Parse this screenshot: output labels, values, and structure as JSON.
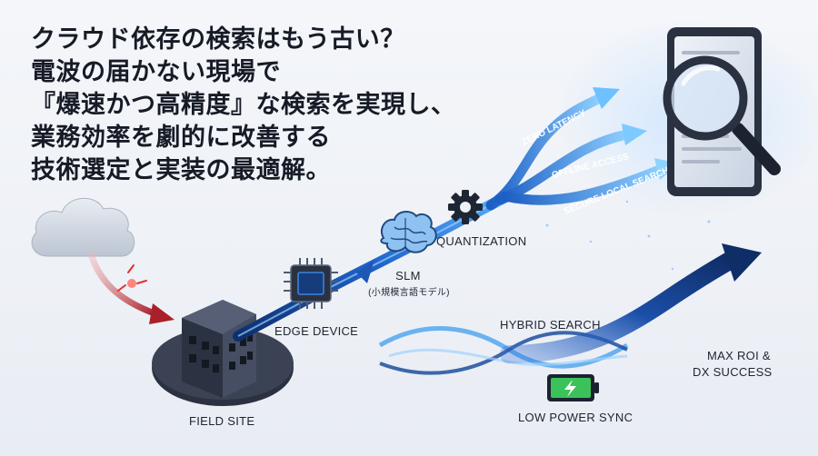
{
  "headline": {
    "lines": [
      "クラウド依存の検索はもう古い？",
      "電波の届かない現場で",
      "『爆速かつ高精度』な検索を実現し、",
      "業務効率を劇的に改善する",
      "技術選定と実装の最適解。"
    ]
  },
  "nodes": {
    "field_site": "FIELD SITE",
    "edge_device": "EDGE DEVICE",
    "slm": "SLM",
    "slm_sub": "(小規模言語モデル)",
    "quantization": "QUANTIZATION",
    "hybrid_search": "HYBRID SEARCH",
    "low_power_sync": "LOW POWER SYNC",
    "max_roi_line1": "MAX ROI &",
    "max_roi_line2": "DX SUCCESS"
  },
  "branches": {
    "zero_latency": "ZERO LATENCY",
    "offline_access": "OFFLINE ACCESS",
    "secure_local_search": "SECURE LOCAL SEARCH"
  },
  "icons": {
    "cloud": "cloud-icon",
    "building": "building-icon",
    "chip": "chip-icon",
    "brain": "brain-icon",
    "gear": "gear-icon",
    "tablet": "tablet-icon",
    "magnifier": "magnifier-icon",
    "battery": "battery-icon",
    "broken_link": "broken-link-icon"
  },
  "colors": {
    "flow_blue": "#2f7fe0",
    "flow_dark": "#103a82",
    "broken_red": "#e0322f",
    "battery_green": "#3cc25a"
  }
}
